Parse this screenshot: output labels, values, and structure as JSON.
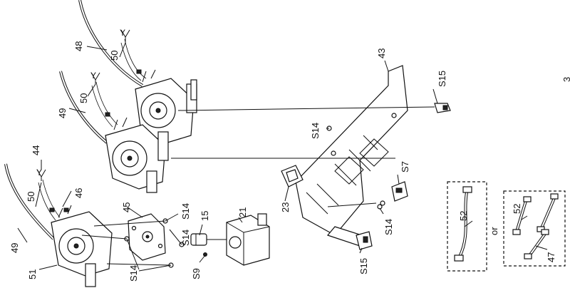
{
  "labels": {
    "l48": "48",
    "l50a": "50",
    "l50b": "50",
    "l50c": "50",
    "l49a": "49",
    "l49b": "49",
    "l44": "44",
    "l46": "46",
    "l45": "45",
    "l51": "51",
    "l15": "15",
    "l21": "21",
    "l9": "S9",
    "s14a": "S14",
    "s14b": "S14",
    "s14c": "S14",
    "s14d": "S14",
    "l23": "23",
    "l43": "43",
    "s15a": "S15",
    "s15b": "S15",
    "l7": "S7",
    "l52a": "52",
    "l52b": "52",
    "l47": "47",
    "or": "or",
    "page": "3"
  },
  "glyphs": {
    "y_fitting": "Y"
  }
}
